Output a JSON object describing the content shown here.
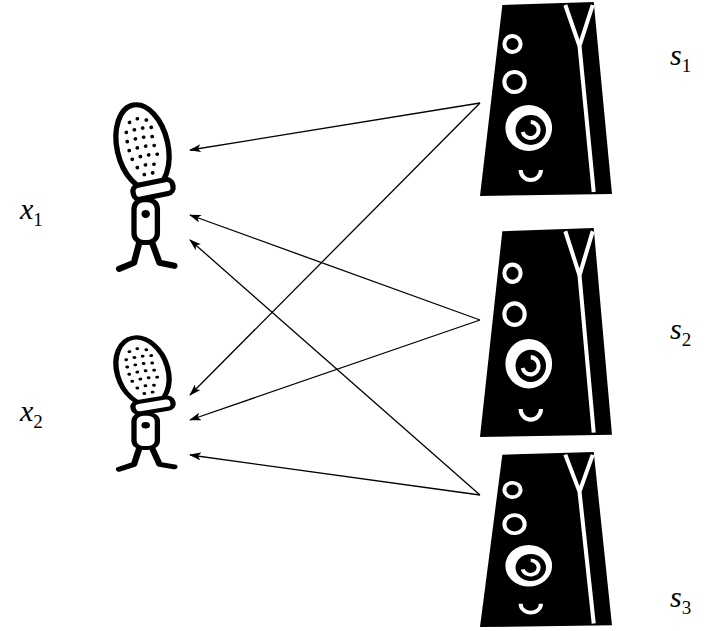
{
  "diagram": {
    "nodes": [
      {
        "text": [
          "x1"
        ]
      },
      {
        "text": [
          "x2"
        ]
      },
      {
        "text": [
          "s1"
        ]
      },
      {
        "text": [
          "s2"
        ]
      },
      {
        "text": [
          "s3"
        ]
      }
    ],
    "edges": [
      {
        "from": 2,
        "to": 0,
        "arrow": "to"
      },
      {
        "from": 2,
        "to": 1,
        "arrow": "to"
      },
      {
        "from": 3,
        "to": 0,
        "arrow": "to"
      },
      {
        "from": 3,
        "to": 1,
        "arrow": "to"
      },
      {
        "from": 4,
        "to": 0,
        "arrow": "to"
      },
      {
        "from": 4,
        "to": 1,
        "arrow": "to"
      }
    ]
  }
}
